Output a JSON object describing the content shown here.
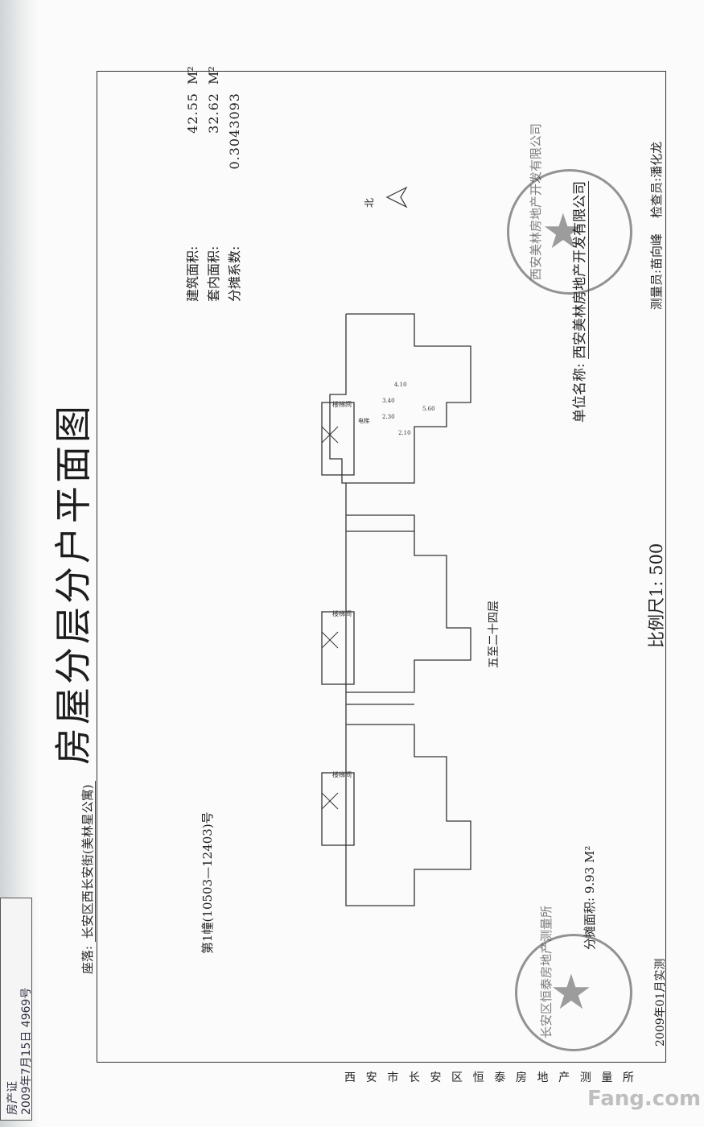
{
  "title": "房屋分层分户平面图",
  "seat_label": "座落:",
  "seat_value": "长安区西长安街(美林星公寓)",
  "building": "第1幢(10503—12403)号",
  "floor_range": "五至二十四层",
  "north": "北",
  "scale": "比例尺1: 500",
  "building_area_label": "建筑面积:",
  "building_area_value": "42.55",
  "inner_area_label": "套内面积:",
  "inner_area_value": "32.62",
  "share_coef_label": "分摊系数:",
  "share_coef_value": "0.3043093",
  "unit_m2": "M²",
  "shared_area_label": "分摊面积:",
  "shared_area_value": "9.93",
  "unit_name_label": "单位名称:",
  "unit_name_value": "西安美林房地产开发有限公司",
  "surveyor": "测量员:苗向峰",
  "checker": "检查员:潘化龙",
  "survey_date": "2009年01月实测",
  "bottom_org": [
    "西",
    "安",
    "市",
    "长",
    "安",
    "区",
    "恒",
    "泰",
    "房",
    "地",
    "产",
    "测",
    "量",
    "所"
  ],
  "stamp_top_text": "西安美林房地产开发有限公司",
  "stamp_bottom_text": "长安区恒泰房地产测量所",
  "handwriting_line1": "房产证",
  "handwriting_line2": "2009年7月15日 4969号",
  "watermark": "Fang.com",
  "plan_labels": {
    "stair": "楼梯间",
    "elevator": "电梯",
    "dims": [
      "3.40",
      "2.30",
      "2.10",
      "4.10",
      "5.60"
    ]
  }
}
